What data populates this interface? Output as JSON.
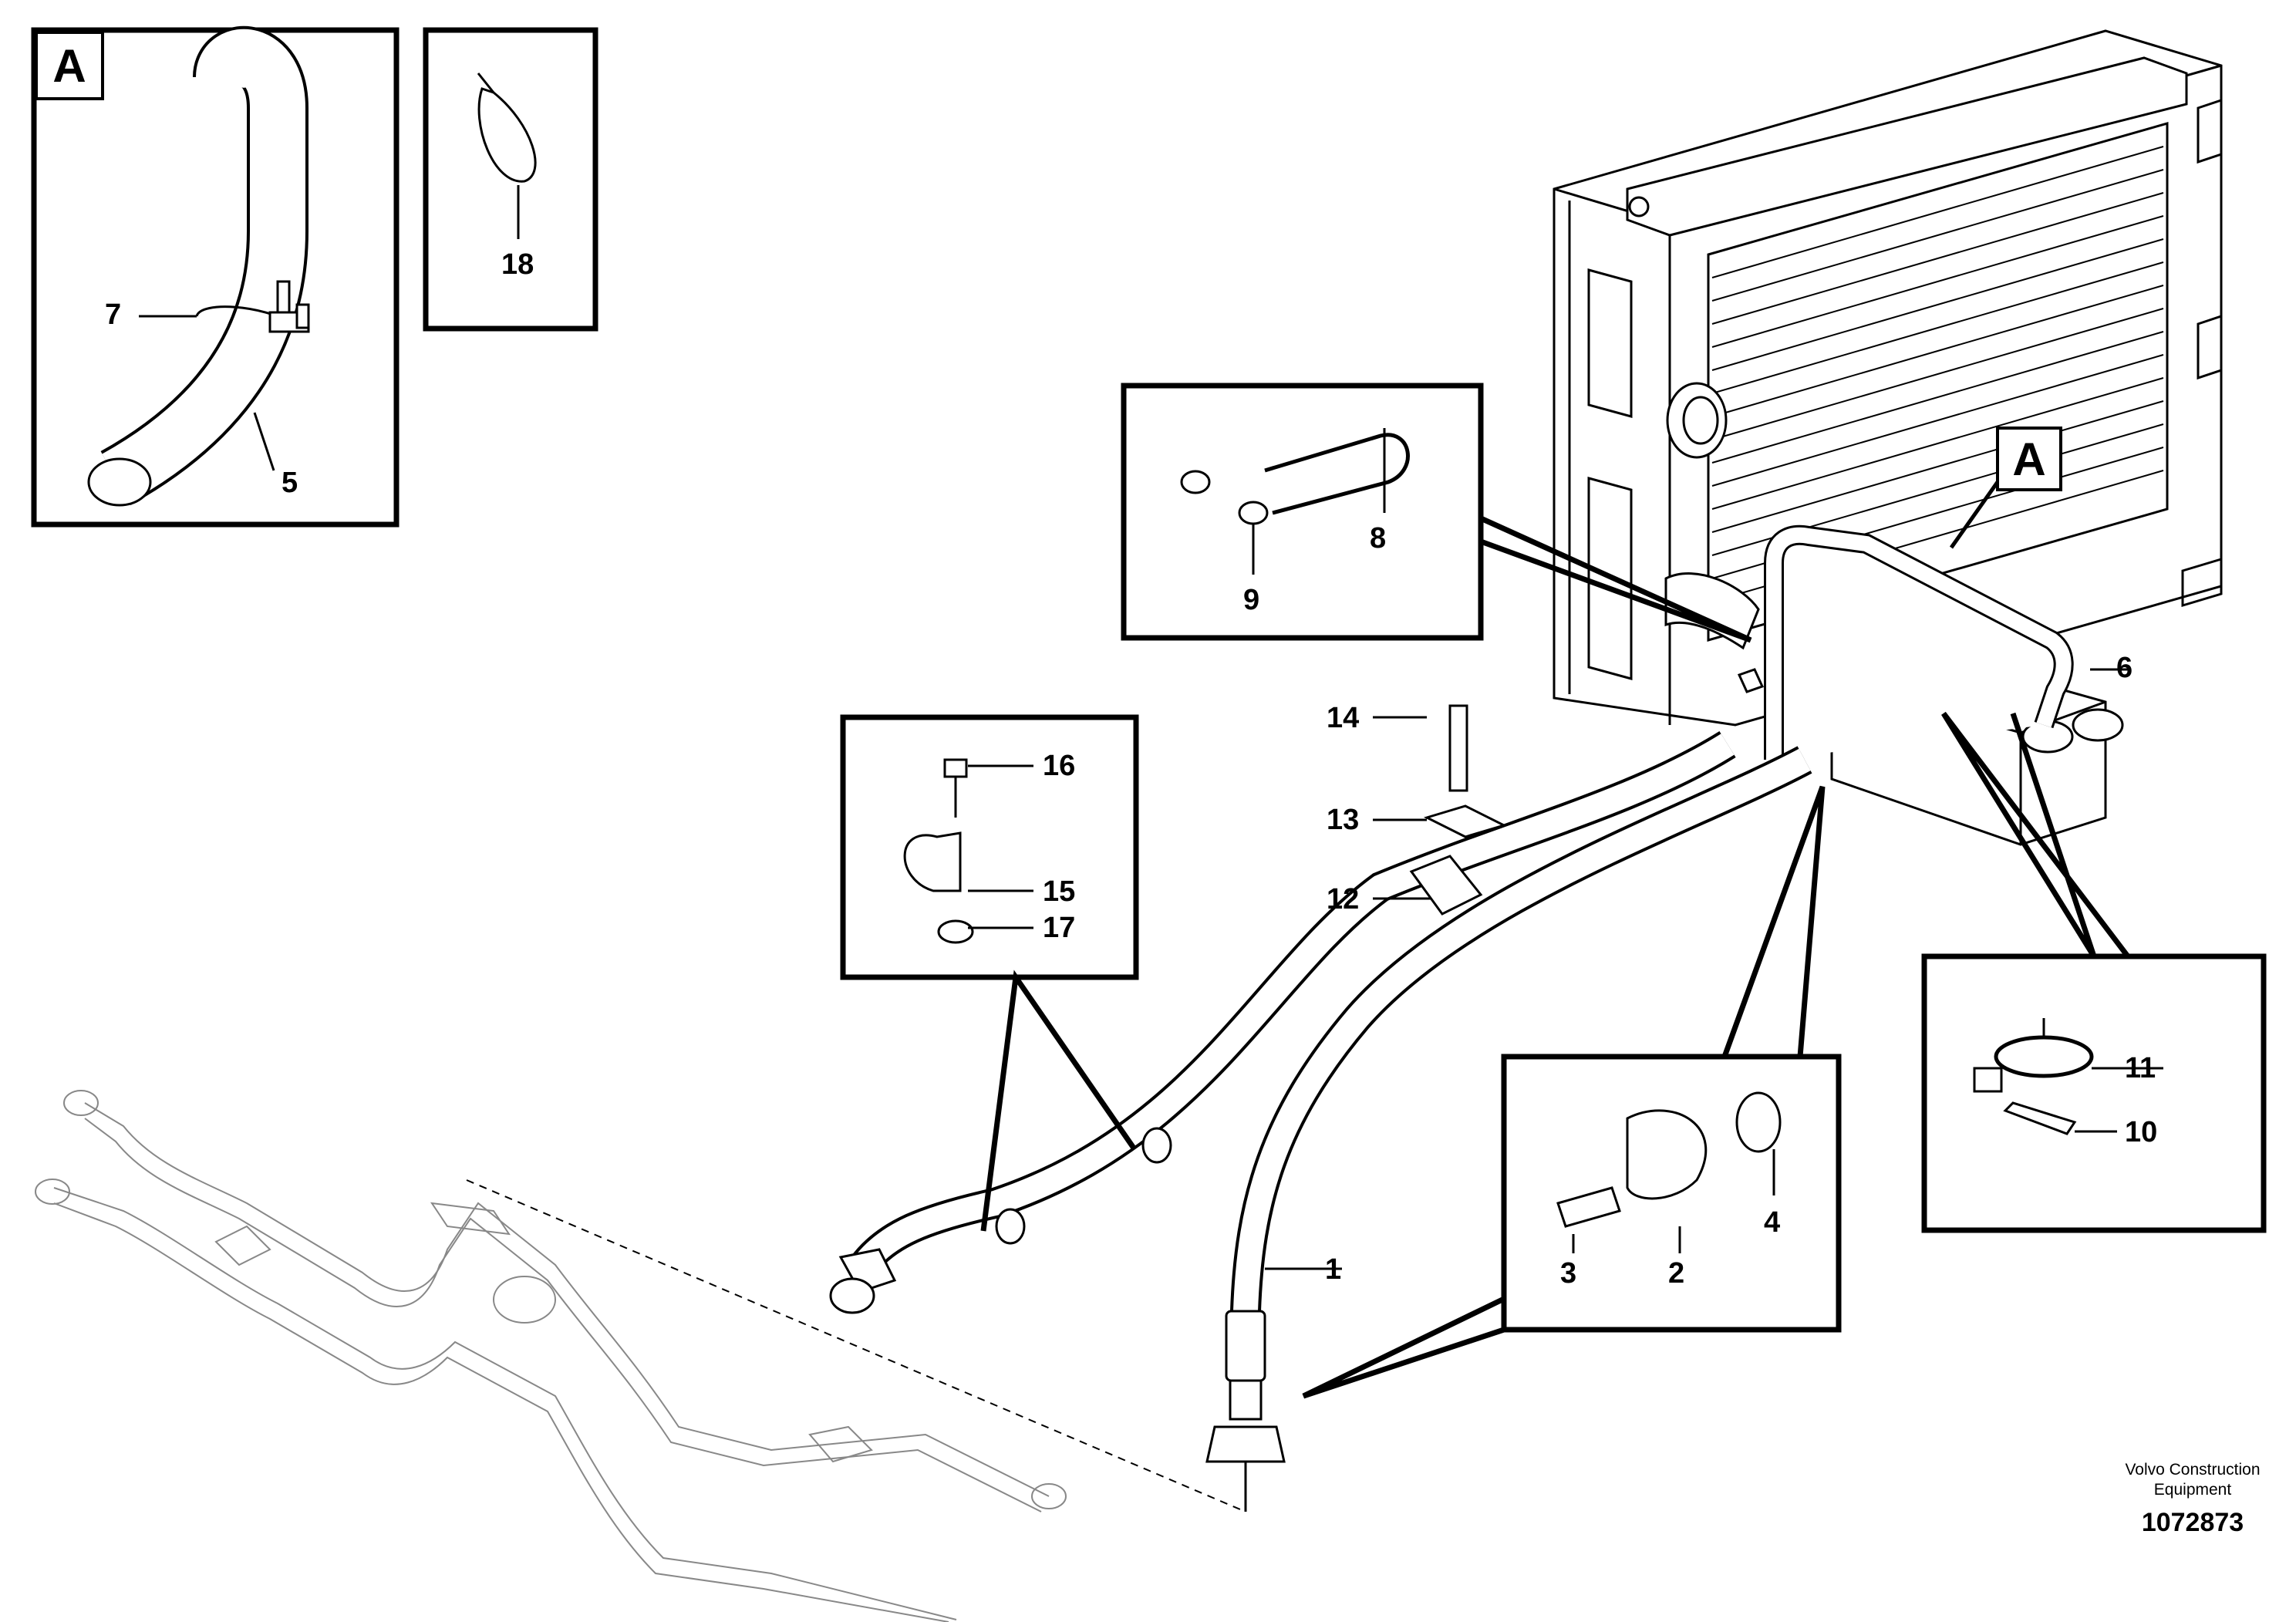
{
  "detail_letter": "A",
  "callouts": [
    "1",
    "2",
    "3",
    "4",
    "5",
    "6",
    "7",
    "8",
    "9",
    "10",
    "11",
    "12",
    "13",
    "14",
    "15",
    "16",
    "17",
    "18"
  ],
  "brand": {
    "line1": "Volvo Construction",
    "line2": "Equipment",
    "code": "1072873"
  }
}
